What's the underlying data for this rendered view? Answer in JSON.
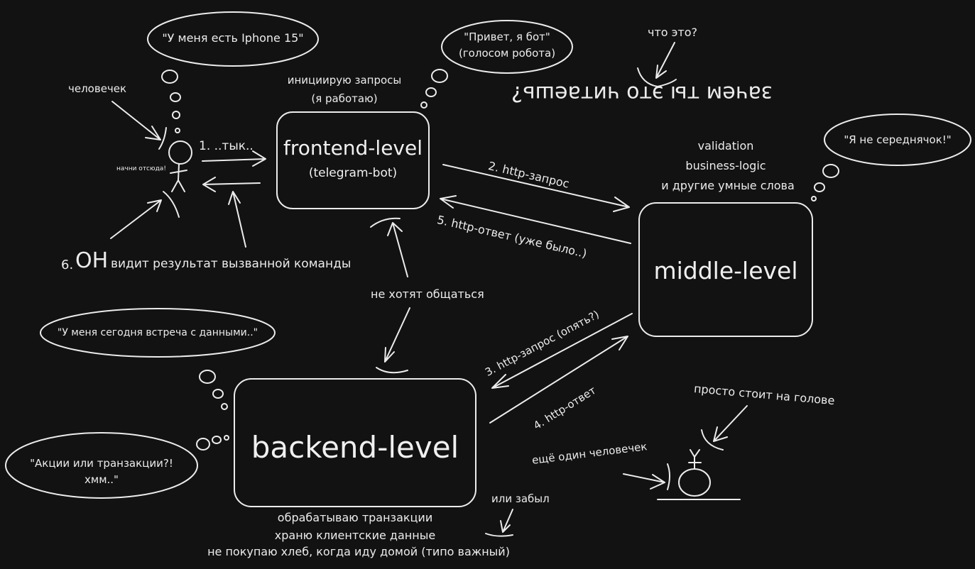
{
  "thoughts": {
    "user_phone": "\"У меня есть Iphone 15\"",
    "bot_hello_1": "\"Привет, я бот\"",
    "bot_hello_2": "(голосом робота)",
    "middle_not_average": "\"Я не середнячок!\"",
    "backend_meeting": "\"У меня сегодня встреча с данными..\"",
    "backend_stocks_1": "\"Акции или транзакции?!",
    "backend_stocks_2": "хмм..\""
  },
  "labels": {
    "little_man": "человечек",
    "start_here": "начни отсюда!",
    "poke": "1. ..тык..",
    "init_requests_1": "инициирую запросы",
    "init_requests_2": "(я работаю)",
    "what_is_this": "что это?",
    "why_reading": "зачем ты это читаешь?",
    "middle_desc_1": "validation",
    "middle_desc_2": "business-logic",
    "middle_desc_3": "и другие умные слова",
    "http_request_2": "2. http-запрос",
    "http_response_5": "5. http-ответ (уже было..)",
    "result_prefix": "6.",
    "result_he": "ОН",
    "result_rest": "видит результат вызванной команды",
    "dont_want_talk": "не хотят общаться",
    "http_request_3": "3. http-запрос (опять?)",
    "http_response_4": "4. http-ответ",
    "stands_on_head": "просто стоит на голове",
    "another_man": "ещё один человечек",
    "or_forgot": "или забыл",
    "backend_desc_1": "обрабатываю транзакции",
    "backend_desc_2": "храню клиентские данные",
    "backend_desc_3": "не покупаю хлеб, когда иду домой (типо важный)"
  },
  "boxes": {
    "frontend_title": "frontend-level",
    "frontend_sub": "(telegram-bot)",
    "middle_title": "middle-level",
    "backend_title": "backend-level"
  },
  "colors": {
    "background": "#121212",
    "stroke": "#ececec"
  }
}
